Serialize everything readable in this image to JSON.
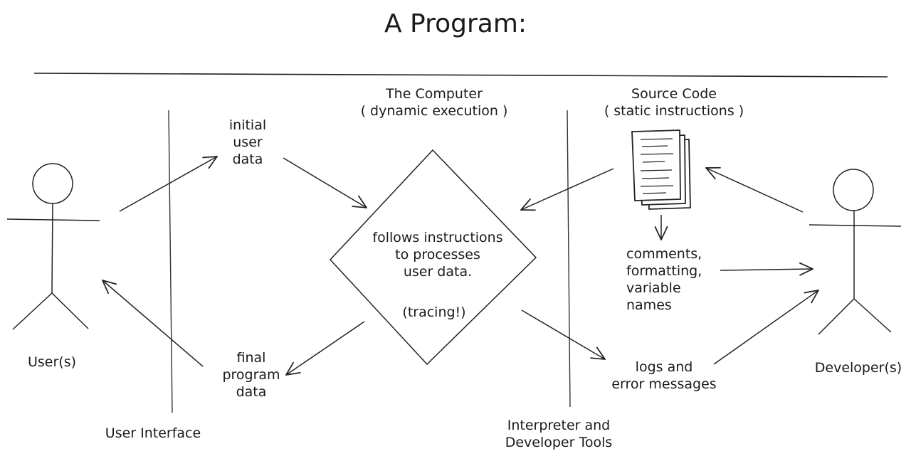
{
  "title": "A Program:",
  "labels": {
    "computer": "The Computer\n( dynamic execution )",
    "source_code": "Source Code\n( static instructions )",
    "initial_data": "initial\nuser\ndata",
    "final_data": "final\nprogram\ndata",
    "process": "follows instructions\nto processes\nuser data.",
    "tracing": "(tracing!)",
    "comments": "comments,\nformatting,\nvariable names",
    "logs": "logs and\nerror messages",
    "users": "User(s)",
    "developers": "Developer(s)",
    "user_interface": "User Interface",
    "interpreter": "Interpreter and\nDeveloper Tools"
  }
}
